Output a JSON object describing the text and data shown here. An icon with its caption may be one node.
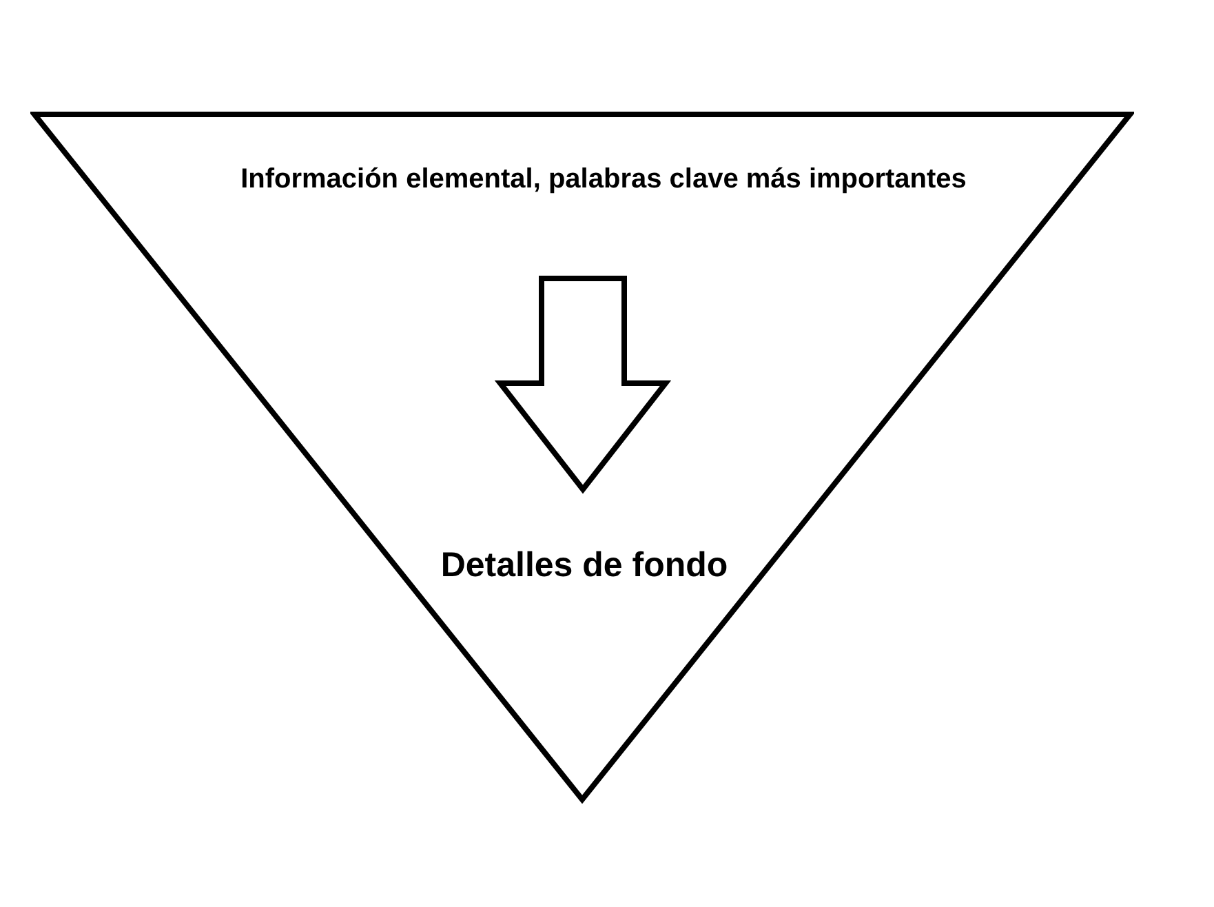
{
  "diagram": {
    "nodes": [
      {
        "text": [],
        "shape": "triangle"
      },
      {
        "text": [
          "Información elemental, palabras clave más importantes"
        ],
        "in": 0
      },
      {
        "text": [
          "Detalles de fondo"
        ],
        "in": 0
      }
    ],
    "edges": [
      {
        "from": 1,
        "to": 2,
        "arrow": "to"
      }
    ]
  }
}
